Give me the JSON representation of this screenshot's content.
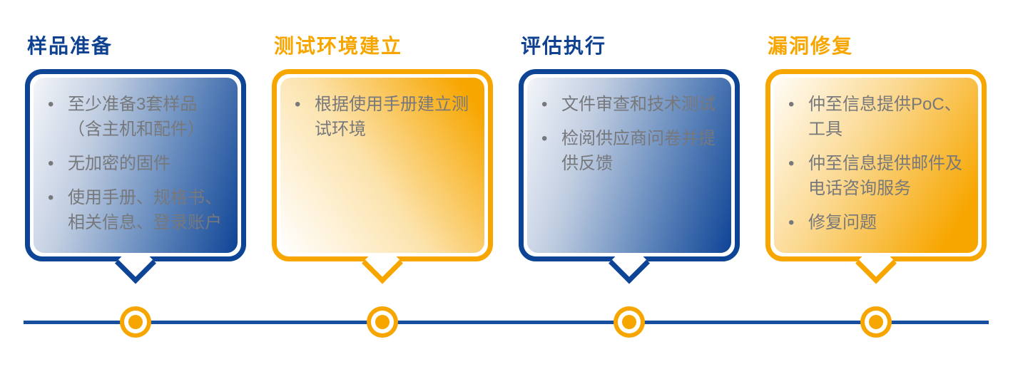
{
  "diagram_title": "",
  "colors": {
    "blue": "#0e4495",
    "orange": "#f7a600",
    "body_text_gray": "#77787b",
    "timeline_line": "#164f9f",
    "marker_ring": "#f7a600"
  },
  "stages": [
    {
      "id": "sample-preparation",
      "title": "样品准备",
      "theme": "blue",
      "bullets": [
        "至少准备3套样品（含主机和配件）",
        "无加密的固件",
        "使用手册、规格书、相关信息、登录账户"
      ]
    },
    {
      "id": "test-environment-setup",
      "title": "测试环境建立",
      "theme": "orange",
      "bullets": [
        "根据使用手册建立测试环境"
      ]
    },
    {
      "id": "assessment-execution",
      "title": "评估执行",
      "theme": "blue",
      "bullets": [
        "文件审查和技术测试",
        "检阅供应商问卷并提供反馈"
      ]
    },
    {
      "id": "vulnerability-remediation",
      "title": "漏洞修复",
      "theme": "orange",
      "bullets": [
        "仲至信息提供PoC、工具",
        "仲至信息提供邮件及电话咨询服务",
        "修复问题"
      ]
    }
  ],
  "timeline": {
    "marker_count": 4
  }
}
